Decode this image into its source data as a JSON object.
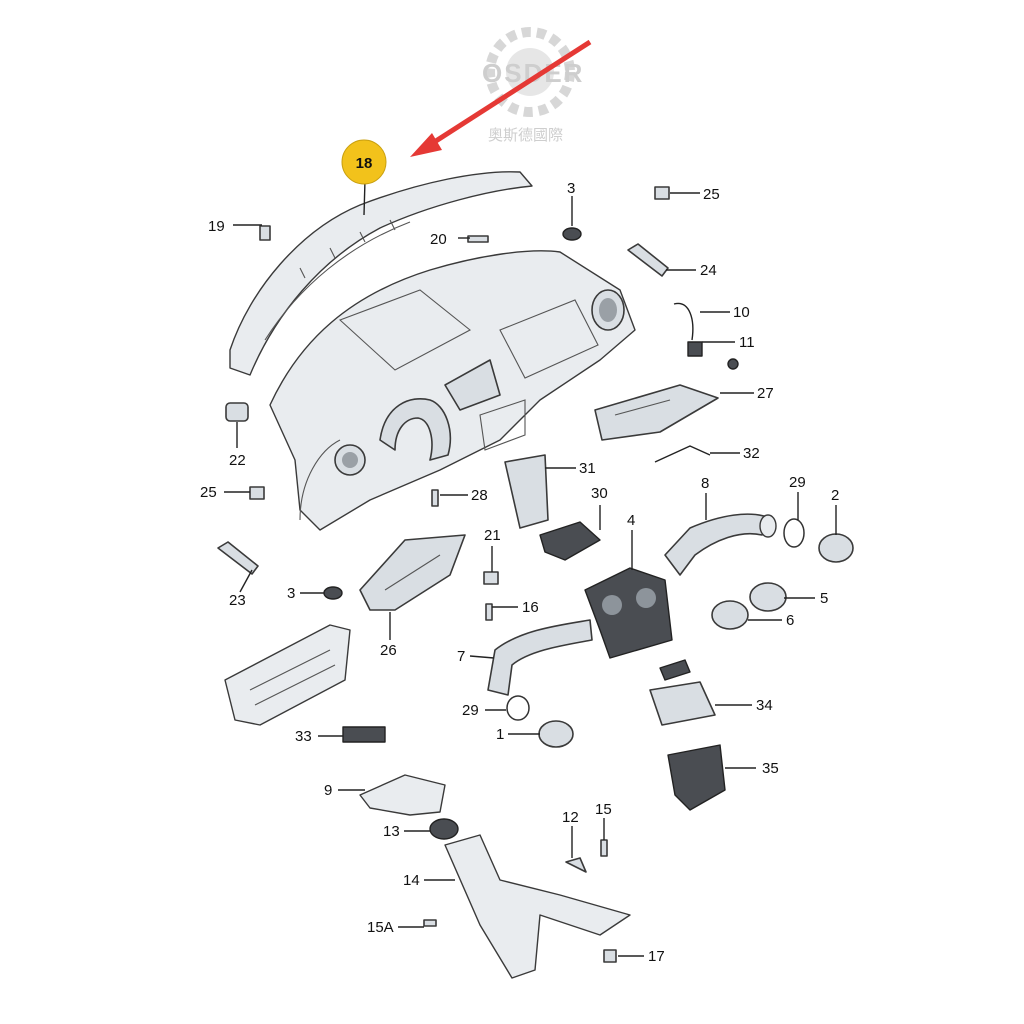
{
  "watermark": {
    "brand": "OSDER",
    "subtitle": "奧斯德國際"
  },
  "highlight": {
    "label": "18",
    "color": "#f2c21b",
    "arrow_color": "#e53935"
  },
  "callouts": {
    "c19": "19",
    "c20": "20",
    "c3a": "3",
    "c25a": "25",
    "c24": "24",
    "c10": "10",
    "c11": "11",
    "c27": "27",
    "c22": "22",
    "c32": "32",
    "c31": "31",
    "c25b": "25",
    "c28": "28",
    "c30": "30",
    "c8": "8",
    "c29a": "29",
    "c2": "2",
    "c4": "4",
    "c21": "21",
    "c23": "23",
    "c3b": "3",
    "c16": "16",
    "c5": "5",
    "c6": "6",
    "c26": "26",
    "c7": "7",
    "c34": "34",
    "c29b": "29",
    "c1": "1",
    "c33": "33",
    "c35": "35",
    "c9": "9",
    "c12": "12",
    "c15": "15",
    "c13": "13",
    "c14": "14",
    "c15a": "15A",
    "c17": "17"
  }
}
